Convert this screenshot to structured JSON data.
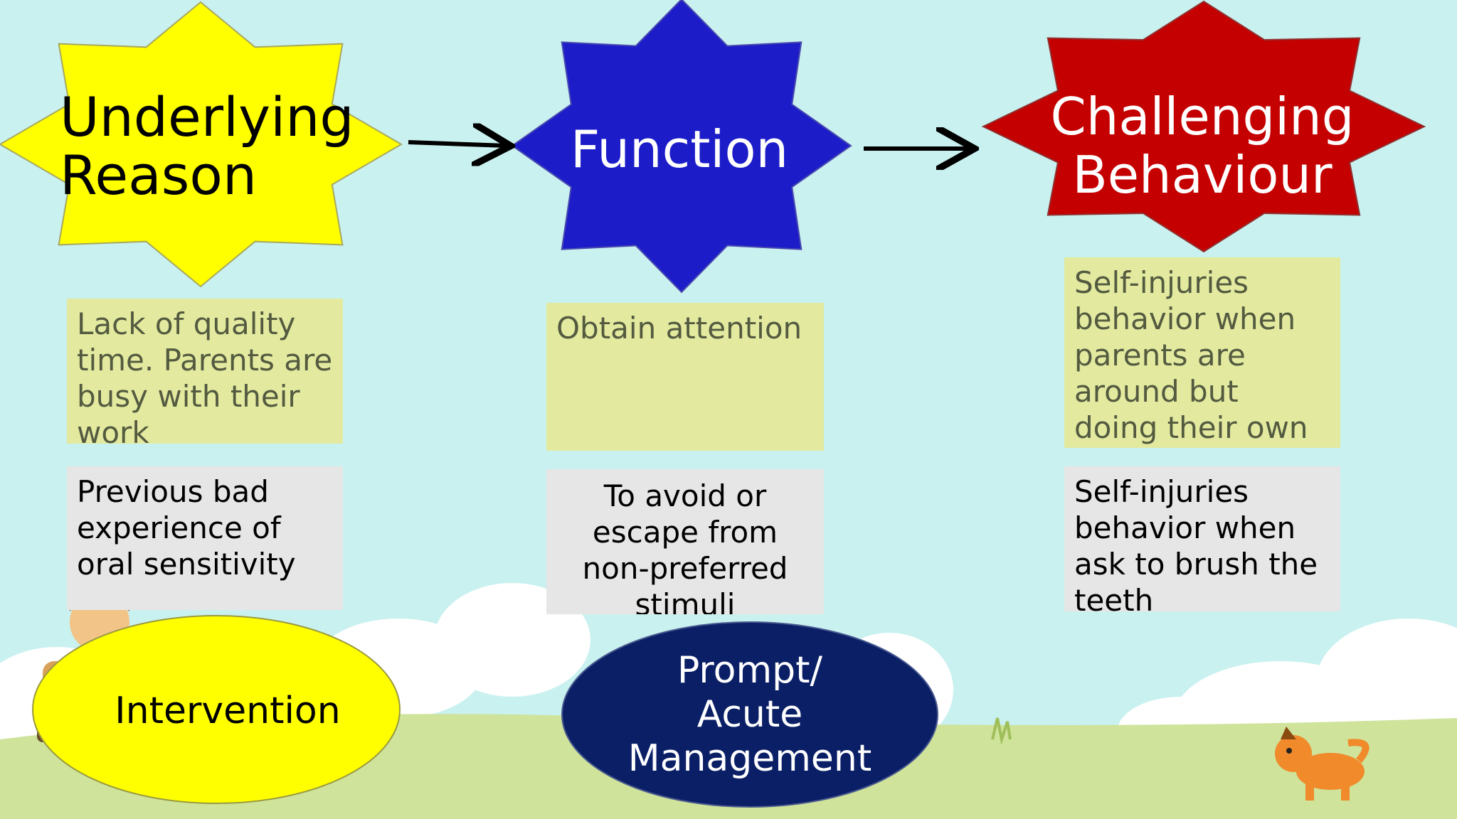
{
  "colors": {
    "sky": "#c9f1ef",
    "grass": "#cfe39a",
    "star_yellow": "#ffff00",
    "star_blue": "#1c1cc9",
    "star_red": "#c40000",
    "note_box": "#e3ea9f",
    "grey_box": "#e6e6e6",
    "ellipse_navy": "#0a1f66"
  },
  "stars": [
    {
      "id": "underlying",
      "text": "Underlying\nReason",
      "fill": "#ffff00",
      "text_color": "#000000"
    },
    {
      "id": "function",
      "text": "Function",
      "fill": "#1c1cc9",
      "text_color": "#ffffff"
    },
    {
      "id": "challenging",
      "text": "Challenging\nBehaviour",
      "fill": "#c40000",
      "text_color": "#ffffff"
    }
  ],
  "columns": [
    {
      "note": "Lack of quality time.  Parents are busy with their work",
      "example": "Previous bad experience of oral sensitivity"
    },
    {
      "note": "Obtain attention",
      "example": "To avoid or escape from non-preferred stimuli"
    },
    {
      "note": "Self-injuries behavior when parents are around but doing their own work",
      "example": "Self-injuries behavior when ask to brush the teeth"
    }
  ],
  "ellipses": [
    {
      "id": "intervention",
      "text": "Intervention",
      "fill": "#ffff00",
      "text_color": "#000000"
    },
    {
      "id": "prompt",
      "text": "Prompt/\nAcute\nManagement",
      "fill": "#0a1f66",
      "text_color": "#ffffff"
    }
  ]
}
